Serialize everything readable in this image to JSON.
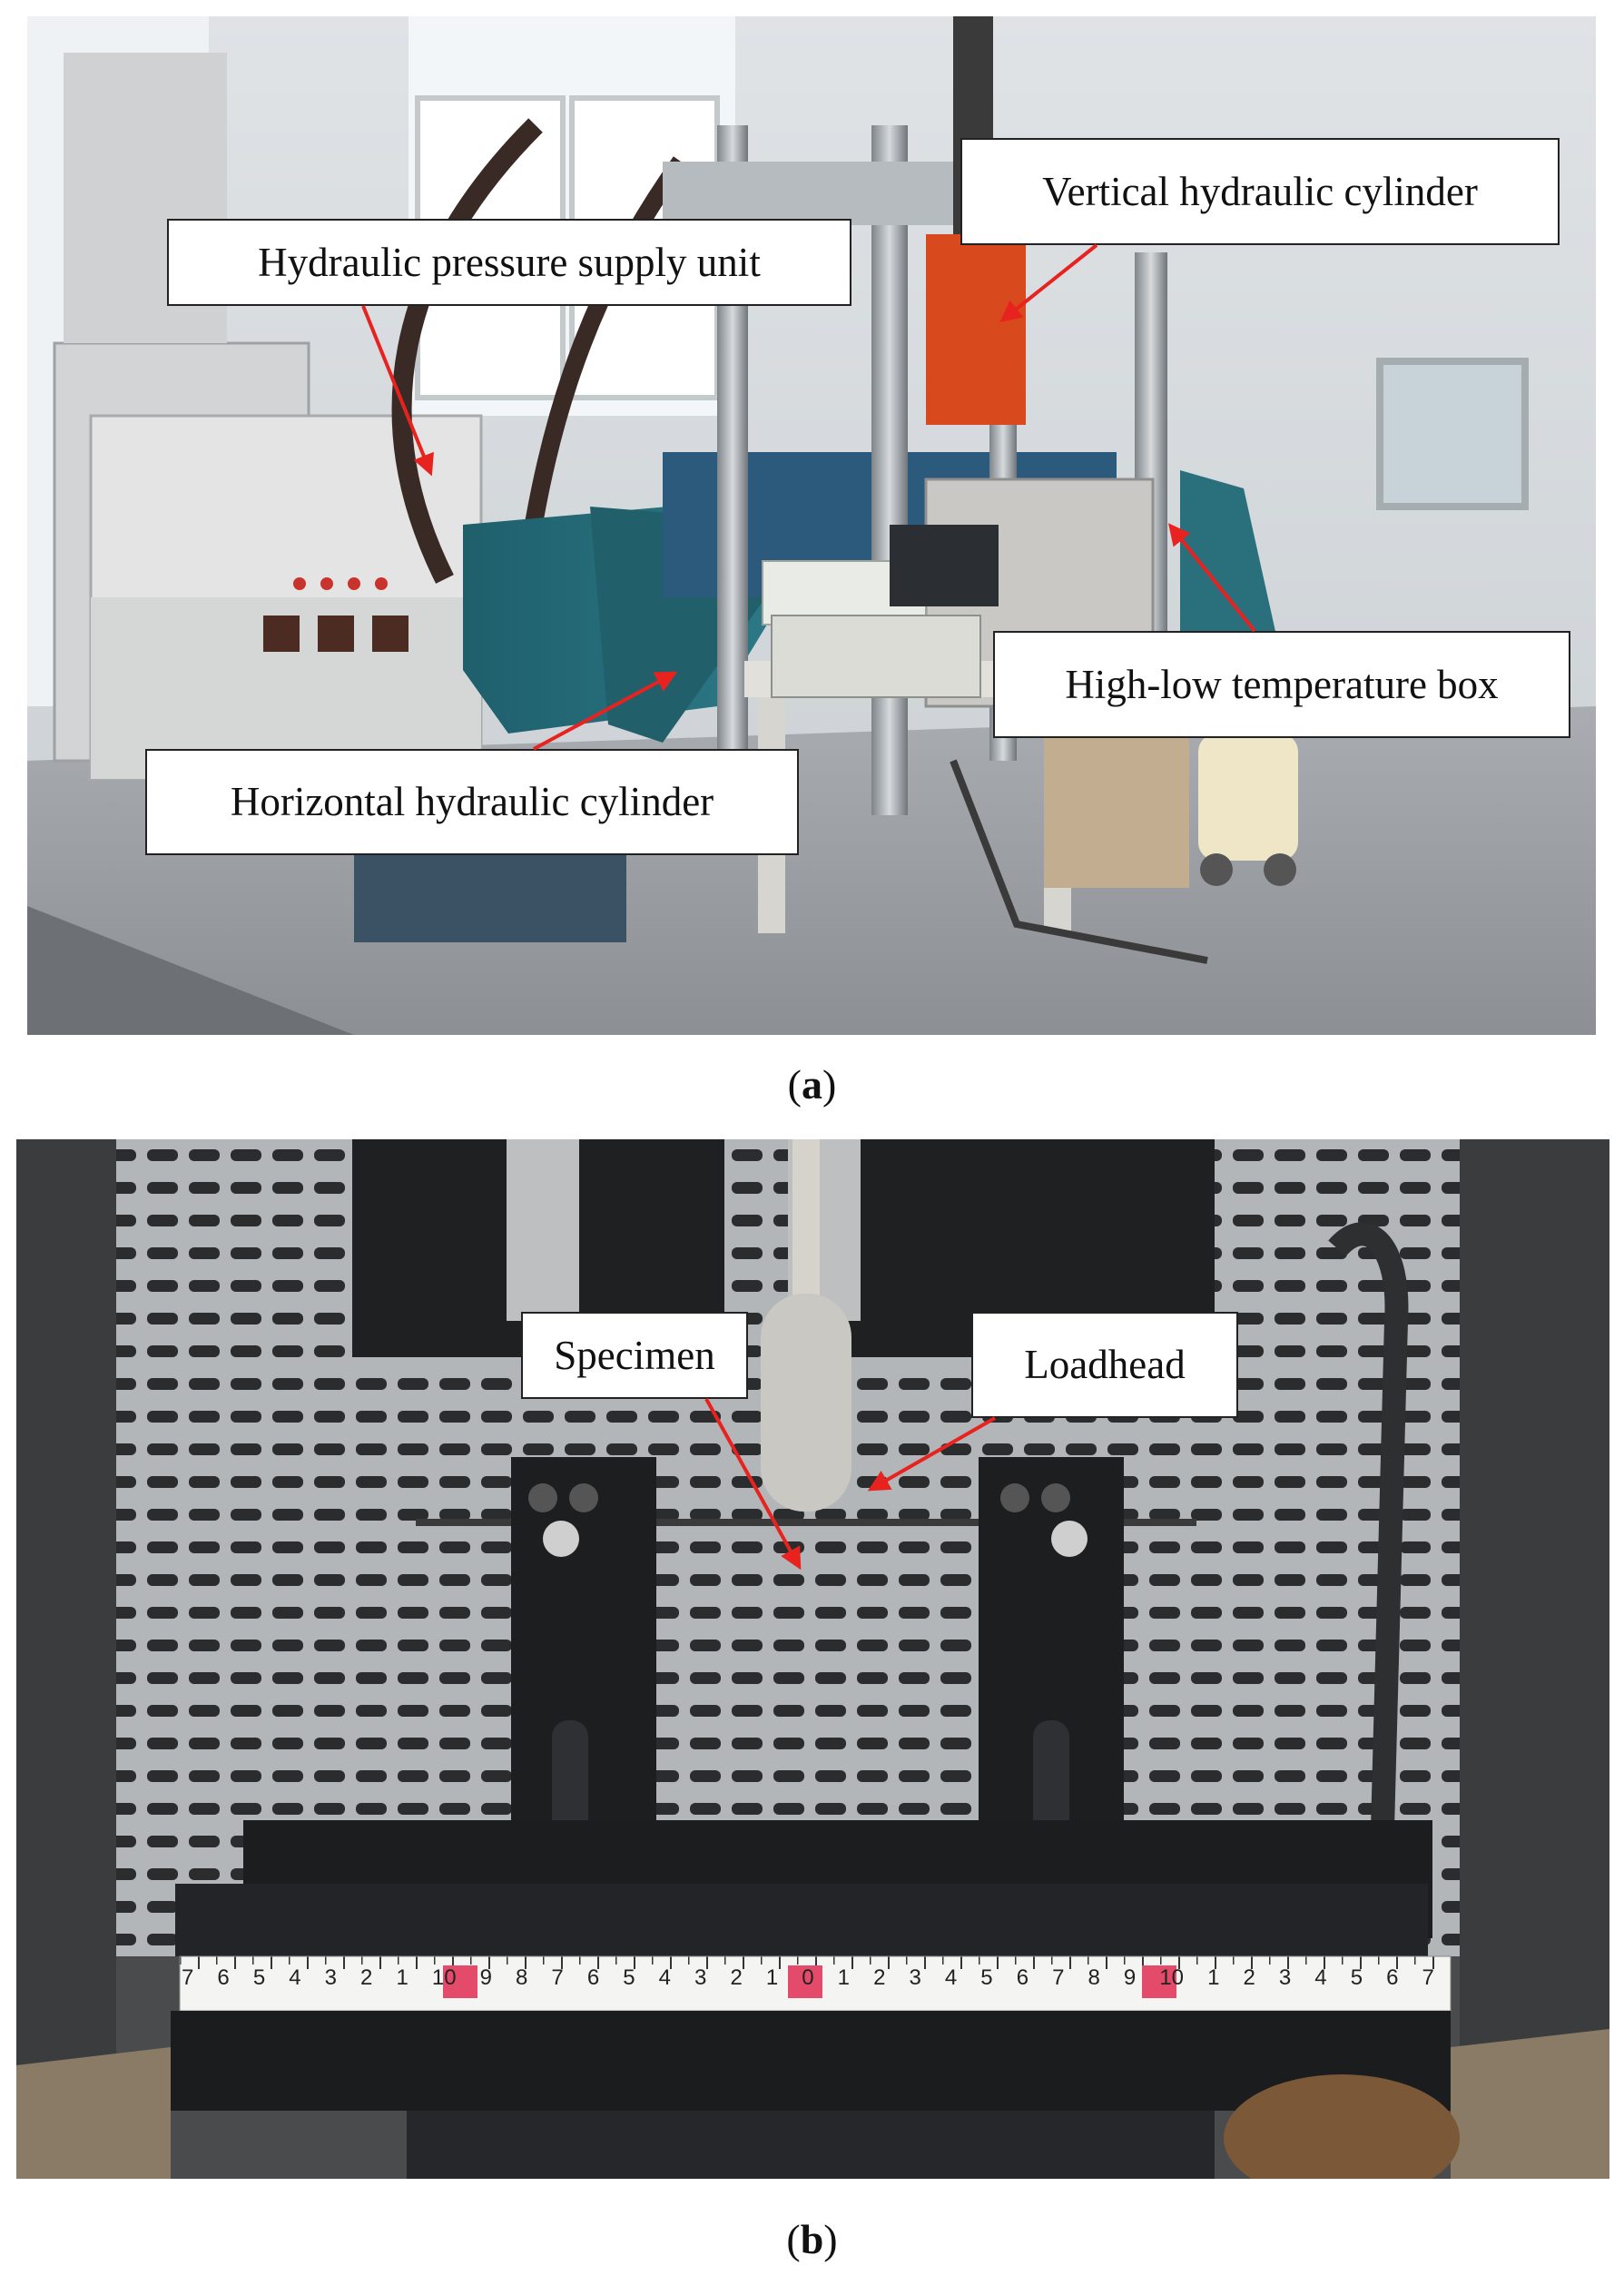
{
  "panel_a": {
    "labels": {
      "hydraulic_supply": "Hydraulic pressure supply unit",
      "vertical_cylinder": "Vertical hydraulic cylinder",
      "horizontal_cylinder": "Horizontal hydraulic cylinder",
      "temperature_box": "High-low temperature box"
    },
    "caption_letter": "a"
  },
  "panel_b": {
    "labels": {
      "specimen": "Specimen",
      "loadhead": "Loadhead"
    },
    "ruler_marks": [
      "7",
      "6",
      "5",
      "4",
      "3",
      "2",
      "1",
      "10",
      "9",
      "8",
      "7",
      "6",
      "5",
      "4",
      "3",
      "2",
      "1",
      "0",
      "1",
      "2",
      "3",
      "4",
      "5",
      "6",
      "7",
      "8",
      "9",
      "10",
      "1",
      "2",
      "3",
      "4",
      "5",
      "6",
      "7"
    ],
    "caption_letter": "b"
  },
  "colors": {
    "arrow": "#e8231f",
    "label_border": "#222222"
  }
}
